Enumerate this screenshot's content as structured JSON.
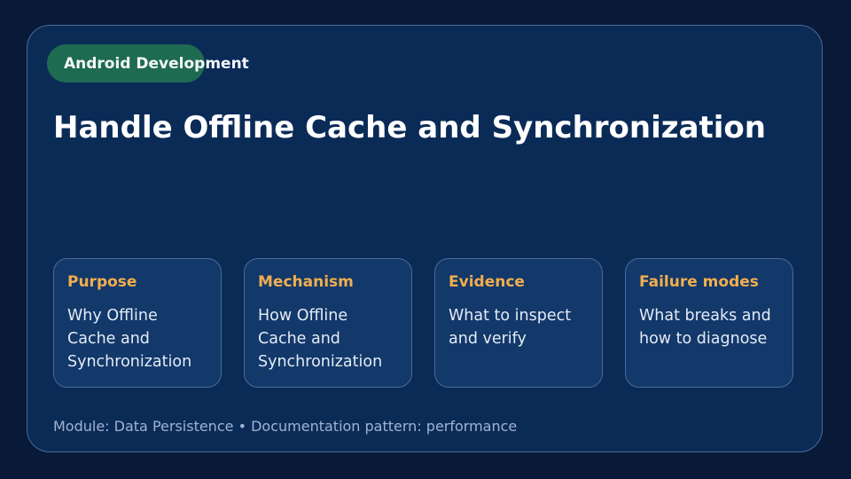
{
  "category": "Android Development",
  "title": "Handle Offline Cache and Synchronization",
  "cards": [
    {
      "heading": "Purpose",
      "body": "Why Offline Cache and Synchronization"
    },
    {
      "heading": "Mechanism",
      "body": "How Offline Cache and Synchronization"
    },
    {
      "heading": "Evidence",
      "body": "What to inspect and verify"
    },
    {
      "heading": "Failure modes",
      "body": "What breaks and how to diagnose"
    }
  ],
  "footer": {
    "module": "Module: Data Persistence",
    "separator": "•",
    "pattern": "Documentation pattern: performance"
  },
  "colors": {
    "page_background": "#081a37",
    "card_background": "#0b2b57",
    "pill_background": "#1e6b51",
    "heading_accent": "#f0ae4f"
  }
}
